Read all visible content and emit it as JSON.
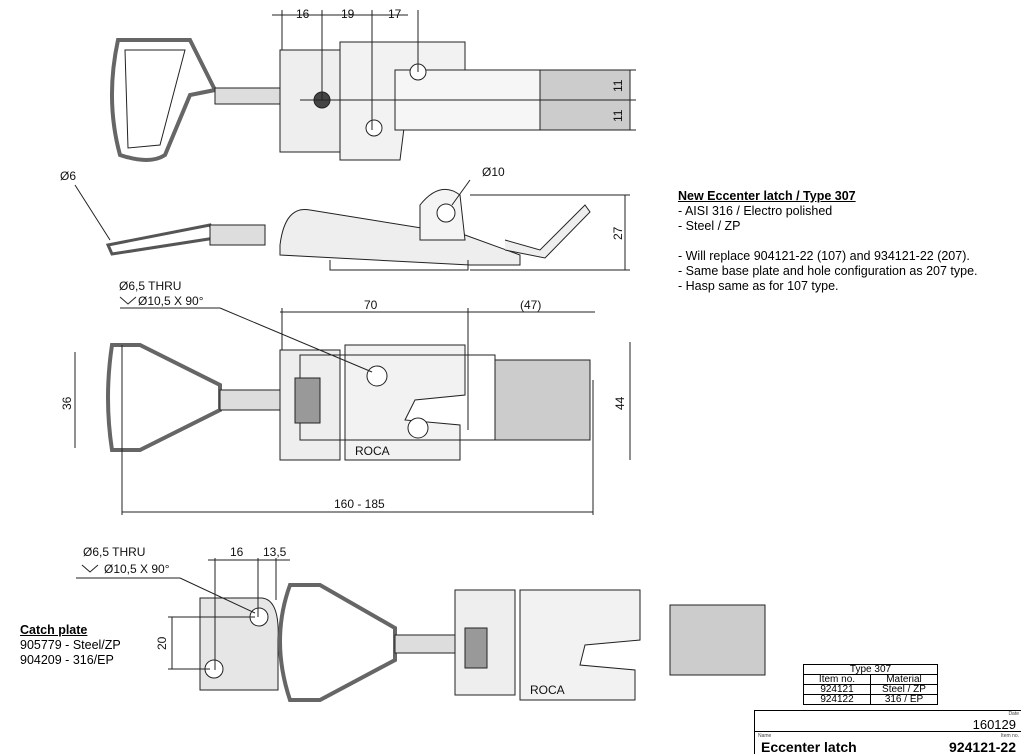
{
  "views": {
    "top": {
      "dims": [
        "16",
        "19",
        "17",
        "11",
        "11"
      ]
    },
    "side": {
      "dims": [
        "Ø6",
        "Ø10",
        "27"
      ]
    },
    "plan": {
      "hole_note_1": "Ø6,5 THRU",
      "hole_note_2": "Ø10,5 X 90°",
      "dims": [
        "70",
        "(47)",
        "36",
        "44",
        "160 - 185"
      ],
      "logo": "ROCA"
    },
    "assembly": {
      "hole_note_1": "Ø6,5 THRU",
      "hole_note_2": "Ø10,5 X 90°",
      "dims": [
        "16",
        "13,5",
        "20"
      ],
      "logo": "ROCA"
    }
  },
  "notes": {
    "title": "New Eccenter latch / Type 307",
    "lines": [
      "- AISI 316 / Electro polished",
      "- Steel / ZP",
      "- Will replace 904121-22 (107) and 934121-22 (207).",
      "- Same base plate and hole configuration as 207 type.",
      "- Hasp same as for 107 type."
    ]
  },
  "catch_plate": {
    "title": "Catch plate",
    "lines": [
      "905779 - Steel/ZP",
      "904209 - 316/EP"
    ]
  },
  "type_table": {
    "title": "Type 307",
    "headers": [
      "Item no.",
      "Material"
    ],
    "rows": [
      [
        "924121",
        "Steel / ZP"
      ],
      [
        "924122",
        "316 / EP"
      ]
    ]
  },
  "title_block": {
    "date_label": "Date",
    "date": "160129",
    "name_label": "Name",
    "name": "Eccenter latch",
    "item_label": "Item no.",
    "item": "924121-22"
  }
}
